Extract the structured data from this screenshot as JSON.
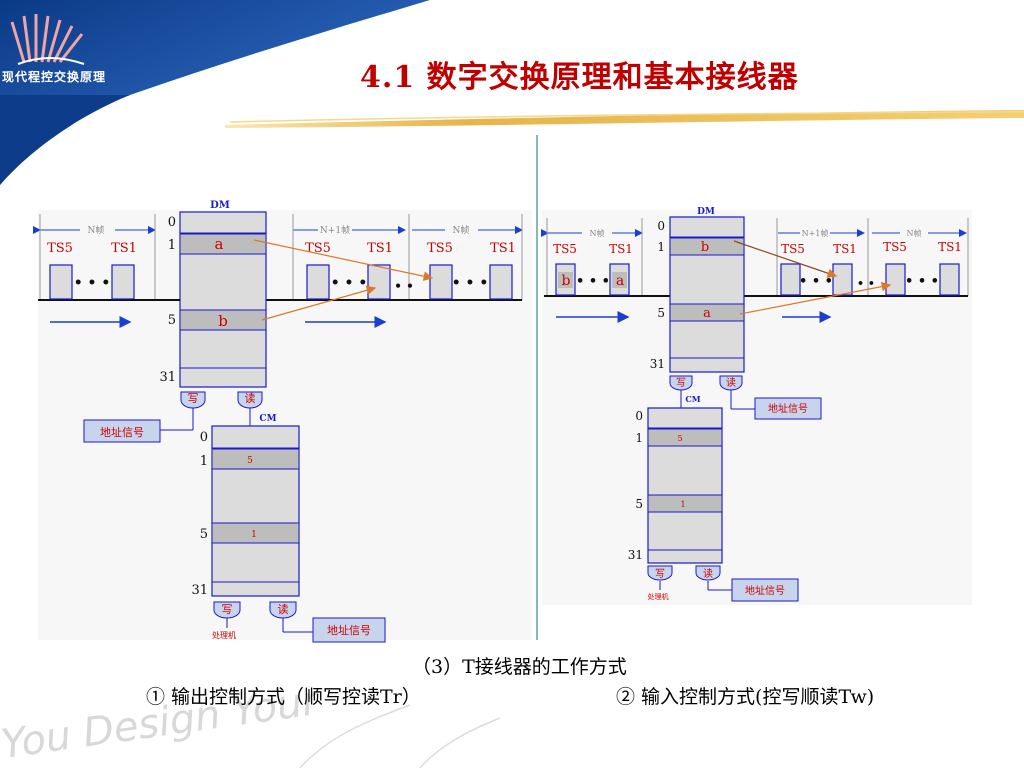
{
  "slide": {
    "title": "4.1  数字交换原理和基本接线器",
    "logo_text": "现代程控交换原理",
    "watermark": "You Design Your",
    "caption_main": "（3）T接线器的工作方式",
    "caption_left": "① 输出控制方式（顺写控读Tr）",
    "caption_right": "② 输入控制方式(控写顺读Tw)"
  },
  "left_diagram": {
    "dm_label": "DM",
    "cm_label": "CM",
    "frame_labels": [
      "N帧",
      "N+1帧",
      "N帧"
    ],
    "ts_labels": [
      "TS5",
      "TS1",
      "TS5",
      "TS1",
      "TS5",
      "TS1"
    ],
    "dm_rows": [
      "0",
      "1",
      "5",
      "31"
    ],
    "dm_cells": [
      "a",
      "b"
    ],
    "cm_rows": [
      "0",
      "1",
      "5",
      "31"
    ],
    "cm_cells": [
      "5",
      "1"
    ],
    "dm_write": "写",
    "dm_read": "读",
    "cm_write": "写",
    "cm_read": "读",
    "addr_signal_1": "地址信号",
    "addr_signal_2": "地址信号",
    "processor": "处理机"
  },
  "right_diagram": {
    "dm_label": "DM",
    "cm_label": "CM",
    "frame_labels": [
      "N帧",
      "N+1帧",
      "N帧"
    ],
    "ts_labels": [
      "TS5",
      "TS1",
      "TS5",
      "TS1",
      "TS5",
      "TS1"
    ],
    "input_slots": [
      "b",
      "a"
    ],
    "dm_rows": [
      "0",
      "1",
      "5",
      "31"
    ],
    "dm_cells": [
      "b",
      "a"
    ],
    "cm_rows": [
      "0",
      "1",
      "5",
      "31"
    ],
    "cm_cells": [
      "5",
      "1"
    ],
    "dm_write": "写",
    "dm_read": "读",
    "cm_write": "写",
    "cm_read": "读",
    "addr_signal_1": "地址信号",
    "addr_signal_2": "地址信号",
    "processor": "处理机"
  },
  "colors": {
    "title": "#c00000",
    "box_fill": "#dcdcdc",
    "box_stroke": "#1a1acc",
    "cell_fill": "#bdbdbd",
    "label_red": "#cc0000",
    "arrow_blue": "#1a3fd0",
    "arrow_orange": "#d87a2a"
  }
}
